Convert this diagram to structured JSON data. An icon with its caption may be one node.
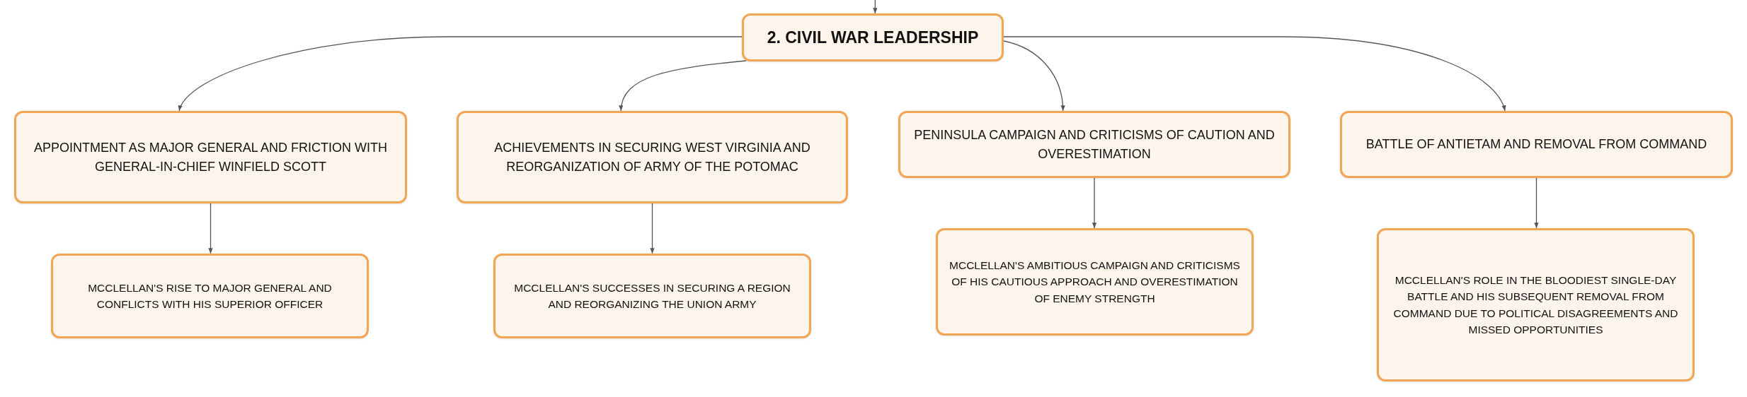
{
  "diagram": {
    "nodes": [
      {
        "text": [
          "2. CIVIL WAR LEADERSHIP"
        ]
      },
      {
        "text": [
          "APPOINTMENT AS MAJOR GENERAL AND FRICTION WITH GENERAL-IN-CHIEF WINFIELD SCOTT"
        ]
      },
      {
        "text": [
          "ACHIEVEMENTS IN SECURING WEST VIRGINIA AND REORGANIZATION OF ARMY OF THE POTOMAC"
        ]
      },
      {
        "text": [
          "PENINSULA CAMPAIGN AND CRITICISMS OF CAUTION AND OVERESTIMATION"
        ]
      },
      {
        "text": [
          "BATTLE OF ANTIETAM AND REMOVAL FROM COMMAND"
        ]
      },
      {
        "text": [
          "MCCLELLAN'S RISE TO MAJOR GENERAL AND CONFLICTS WITH HIS SUPERIOR OFFICER"
        ]
      },
      {
        "text": [
          "MCCLELLAN'S SUCCESSES IN SECURING A REGION AND REORGANIZING THE UNION ARMY"
        ]
      },
      {
        "text": [
          "MCCLELLAN'S AMBITIOUS CAMPAIGN AND CRITICISMS OF HIS CAUTIOUS APPROACH AND OVERESTIMATION OF ENEMY STRENGTH"
        ]
      },
      {
        "text": [
          "MCCLELLAN'S ROLE IN THE BLOODIEST SINGLE-DAY BATTLE AND HIS SUBSEQUENT REMOVAL FROM COMMAND DUE TO POLITICAL DISAGREEMENTS AND MISSED OPPORTUNITIES"
        ]
      }
    ],
    "edges": [
      {
        "from": null,
        "to": 0,
        "arrow": "to"
      },
      {
        "from": 0,
        "to": 1,
        "arrow": "to"
      },
      {
        "from": 0,
        "to": 2,
        "arrow": "to"
      },
      {
        "from": 0,
        "to": 3,
        "arrow": "to"
      },
      {
        "from": 0,
        "to": 4,
        "arrow": "to"
      },
      {
        "from": 1,
        "to": 5,
        "arrow": "to"
      },
      {
        "from": 2,
        "to": 6,
        "arrow": "to"
      },
      {
        "from": 3,
        "to": 7,
        "arrow": "to"
      },
      {
        "from": 4,
        "to": 8,
        "arrow": "to"
      }
    ]
  }
}
